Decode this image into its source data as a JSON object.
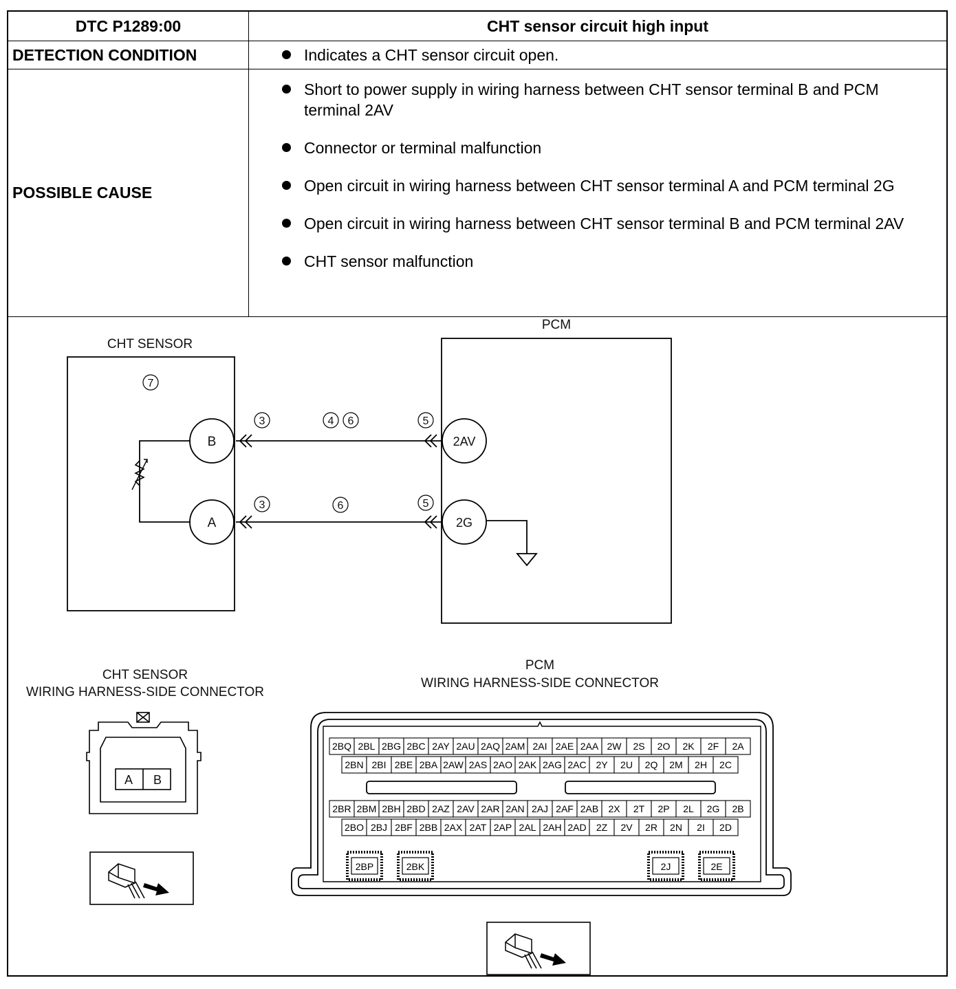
{
  "header": {
    "code": "DTC P1289:00",
    "title": "CHT sensor circuit high input"
  },
  "detection": {
    "label": "DETECTION CONDITION",
    "items": [
      "Indicates a CHT sensor circuit open."
    ]
  },
  "possible_cause": {
    "label": "POSSIBLE CAUSE",
    "items": [
      "Short to power supply in wiring harness between CHT sensor terminal B and PCM terminal 2AV",
      "Connector or terminal malfunction",
      "Open circuit in wiring harness between CHT sensor terminal A and PCM terminal 2G",
      "Open circuit in wiring harness between CHT sensor terminal B and PCM terminal 2AV",
      "CHT sensor malfunction"
    ]
  },
  "diagram": {
    "cht_sensor_label": "CHT SENSOR",
    "pcm_label": "PCM",
    "step_7": "7",
    "terminal_b": "B",
    "terminal_a": "A",
    "terminal_2av": "2AV",
    "terminal_2g": "2G",
    "step_3": "3",
    "step_4": "4",
    "step_5": "5",
    "step_6": "6"
  },
  "cht_connector": {
    "title_line1": "CHT SENSOR",
    "title_line2": "WIRING HARNESS-SIDE CONNECTOR",
    "pin_a": "A",
    "pin_b": "B"
  },
  "pcm_connector": {
    "title_line1": "PCM",
    "title_line2": "WIRING HARNESS-SIDE CONNECTOR",
    "row1": [
      "2BQ",
      "2BL",
      "2BG",
      "2BC",
      "2AY",
      "2AU",
      "2AQ",
      "2AM",
      "2AI",
      "2AE",
      "2AA",
      "2W",
      "2S",
      "2O",
      "2K",
      "2F",
      "2A"
    ],
    "row2": [
      "2BN",
      "2BI",
      "2BE",
      "2BA",
      "2AW",
      "2AS",
      "2AO",
      "2AK",
      "2AG",
      "2AC",
      "2Y",
      "2U",
      "2Q",
      "2M",
      "2H",
      "2C"
    ],
    "row3": [
      "2BR",
      "2BM",
      "2BH",
      "2BD",
      "2AZ",
      "2AV",
      "2AR",
      "2AN",
      "2AJ",
      "2AF",
      "2AB",
      "2X",
      "2T",
      "2P",
      "2L",
      "2G",
      "2B"
    ],
    "row4": [
      "2BO",
      "2BJ",
      "2BF",
      "2BB",
      "2AX",
      "2AT",
      "2AP",
      "2AL",
      "2AH",
      "2AD",
      "2Z",
      "2V",
      "2R",
      "2N",
      "2I",
      "2D"
    ],
    "specials": [
      "2BP",
      "2BK",
      "2J",
      "2E"
    ]
  }
}
